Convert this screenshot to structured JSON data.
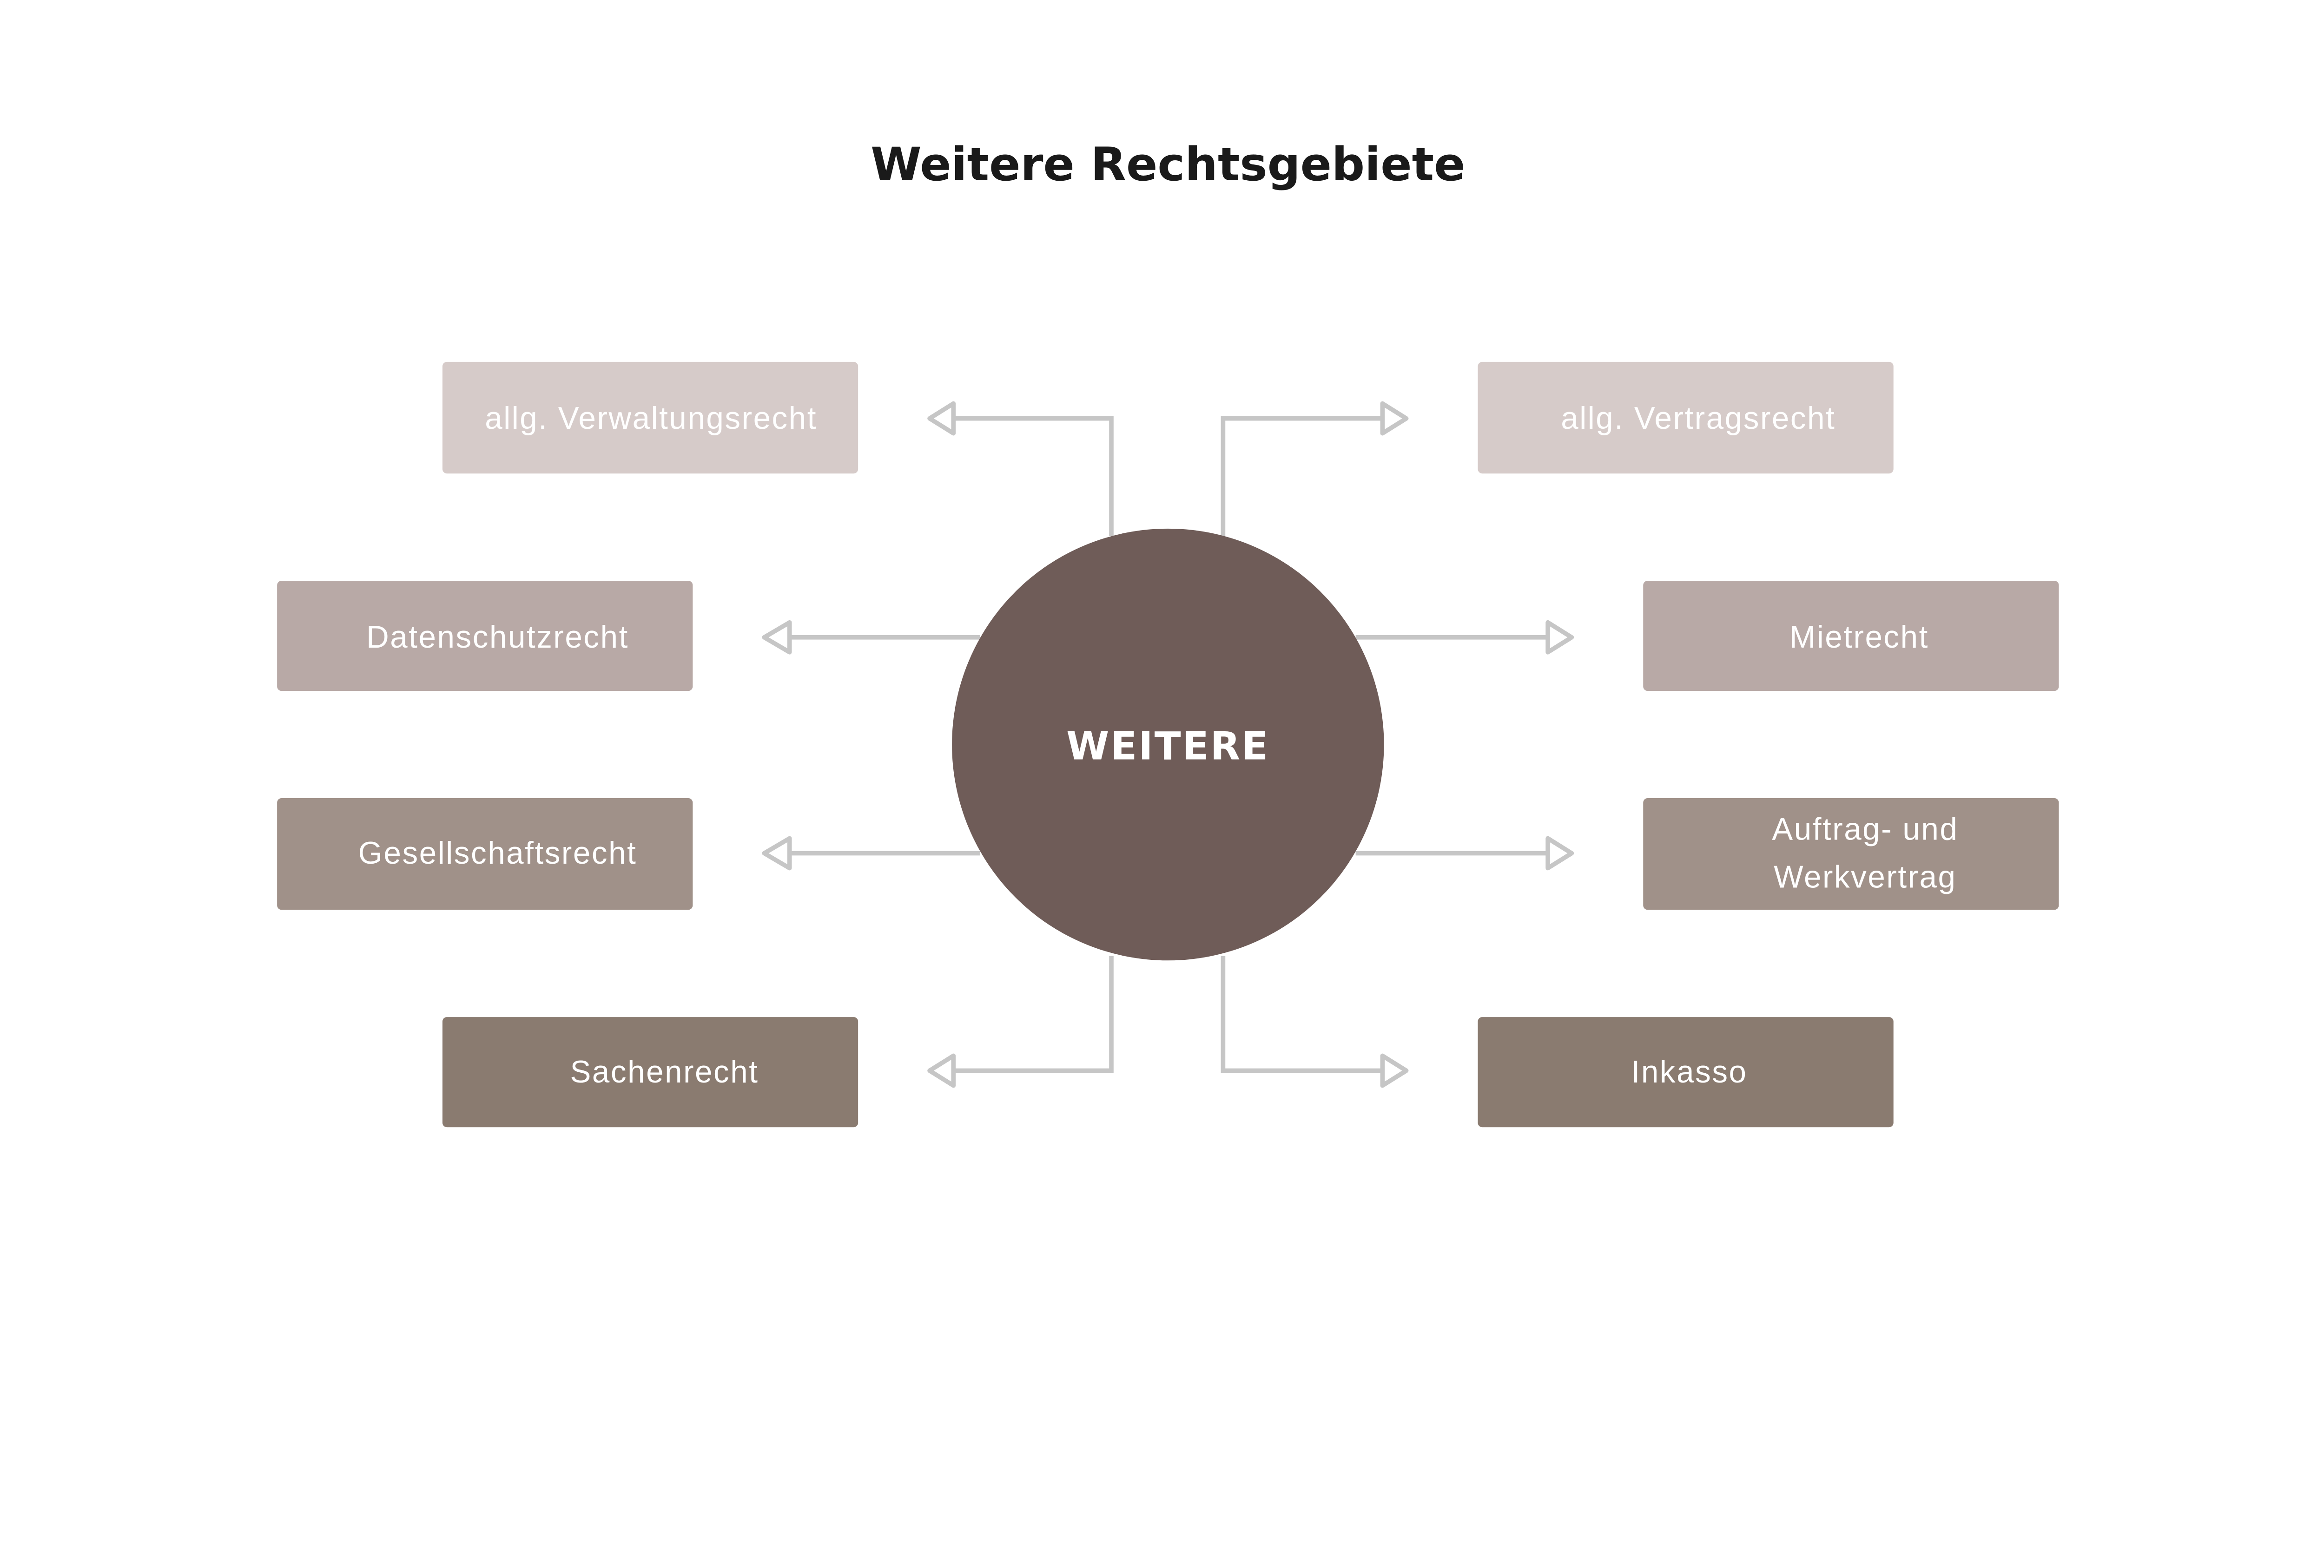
{
  "title": "Weitere Rechtsgebiete",
  "center": {
    "label": "WEITERE",
    "color": "#6f5c58"
  },
  "left": [
    {
      "label": "allg. Verwaltungsrecht",
      "color": "#d6cbc9"
    },
    {
      "label": "Datenschutzrecht",
      "color": "#b8a9a6"
    },
    {
      "label": "Gesellschaftsrecht",
      "color": "#a09189"
    },
    {
      "label": "Sachenrecht",
      "color": "#8a7b70"
    }
  ],
  "right": [
    {
      "label": "allg. Vertragsrecht",
      "color": "#d6cbc9"
    },
    {
      "label": "Mietrecht",
      "color": "#b8a9a6"
    },
    {
      "label_line1": "Auftrag- und",
      "label_line2": "Werkvertrag",
      "color": "#a09189"
    },
    {
      "label": "Inkasso",
      "color": "#8a7b70"
    }
  ]
}
